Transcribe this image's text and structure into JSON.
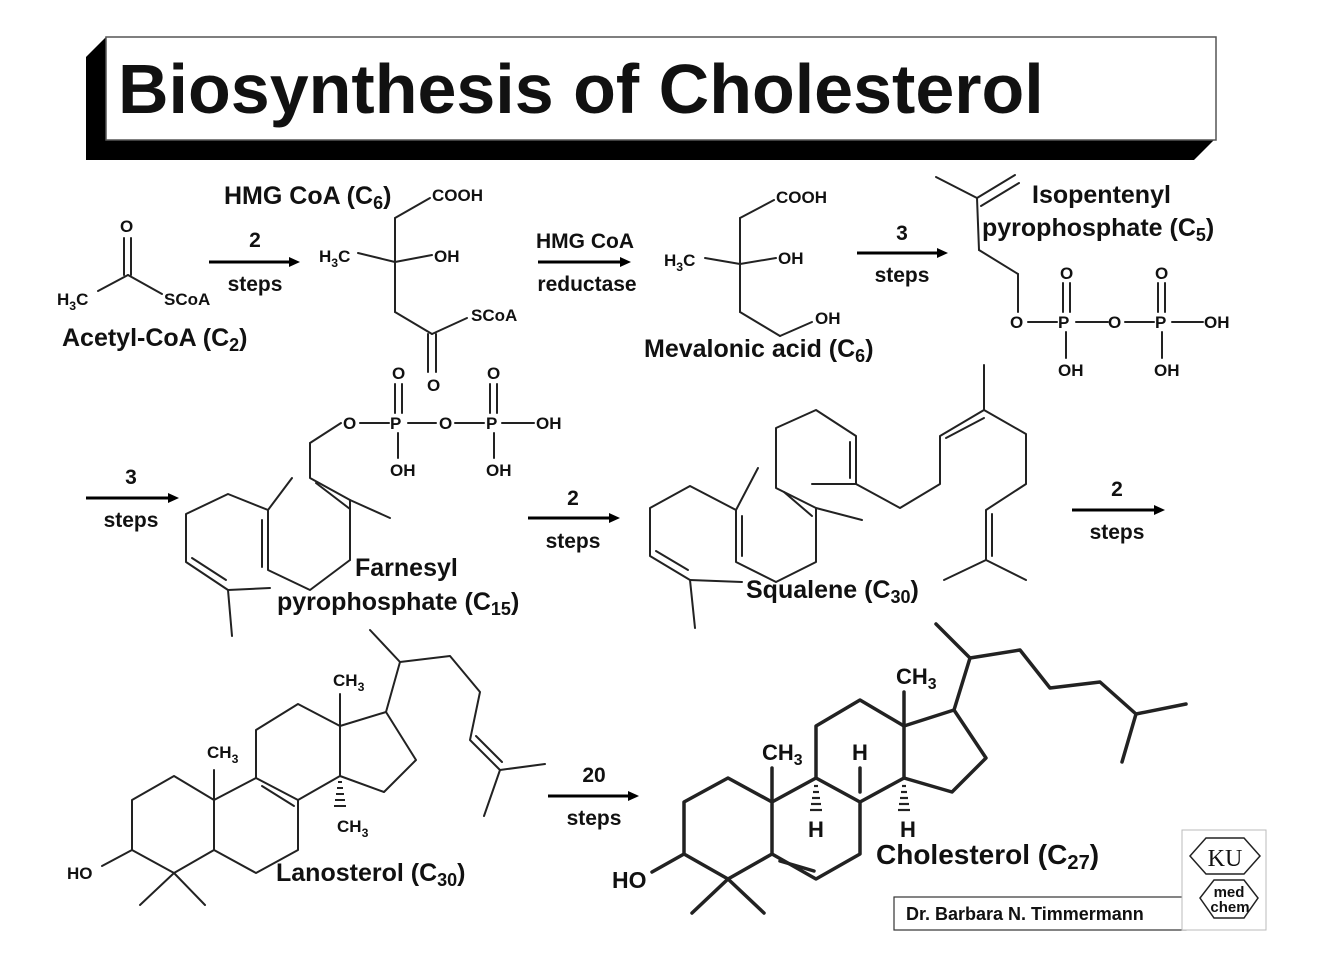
{
  "title": "Biosynthesis of Cholesterol",
  "arrows": {
    "a1": {
      "top": "2",
      "bottom": "steps"
    },
    "a2": {
      "top": "HMG CoA",
      "bottom": "reductase"
    },
    "a3": {
      "top": "3",
      "bottom": "steps"
    },
    "a4": {
      "top": "3",
      "bottom": "steps"
    },
    "a5": {
      "top": "2",
      "bottom": "steps"
    },
    "a6": {
      "top": "2",
      "bottom": "steps"
    },
    "a7": {
      "top": "20",
      "bottom": "steps"
    }
  },
  "molecules": {
    "acetyl_coa": "Acetyl-CoA (C2)",
    "hmg_coa": "HMG CoA (C6)",
    "mevalonic_acid": "Mevalonic acid (C6)",
    "isopentenyl_line1": "Isopentenyl",
    "isopentenyl_line2": "pyrophosphate (C5)",
    "farnesyl_line1": "Farnesyl",
    "farnesyl_line2": "pyrophosphate (C15)",
    "squalene": "Squalene (C30)",
    "lanosterol": "Lanosterol (C30)",
    "cholesterol": "Cholesterol (C27)"
  },
  "atoms": {
    "o": "O",
    "oh": "OH",
    "ho": "HO",
    "h": "H",
    "cooh": "COOH",
    "scoa": "SCoA",
    "h3c": "H3C",
    "ch3": "CH3",
    "p": "P"
  },
  "credit": "Dr. Barbara N. Timmermann",
  "logo": {
    "ku": "KU",
    "med": "med",
    "chem": "chem"
  }
}
